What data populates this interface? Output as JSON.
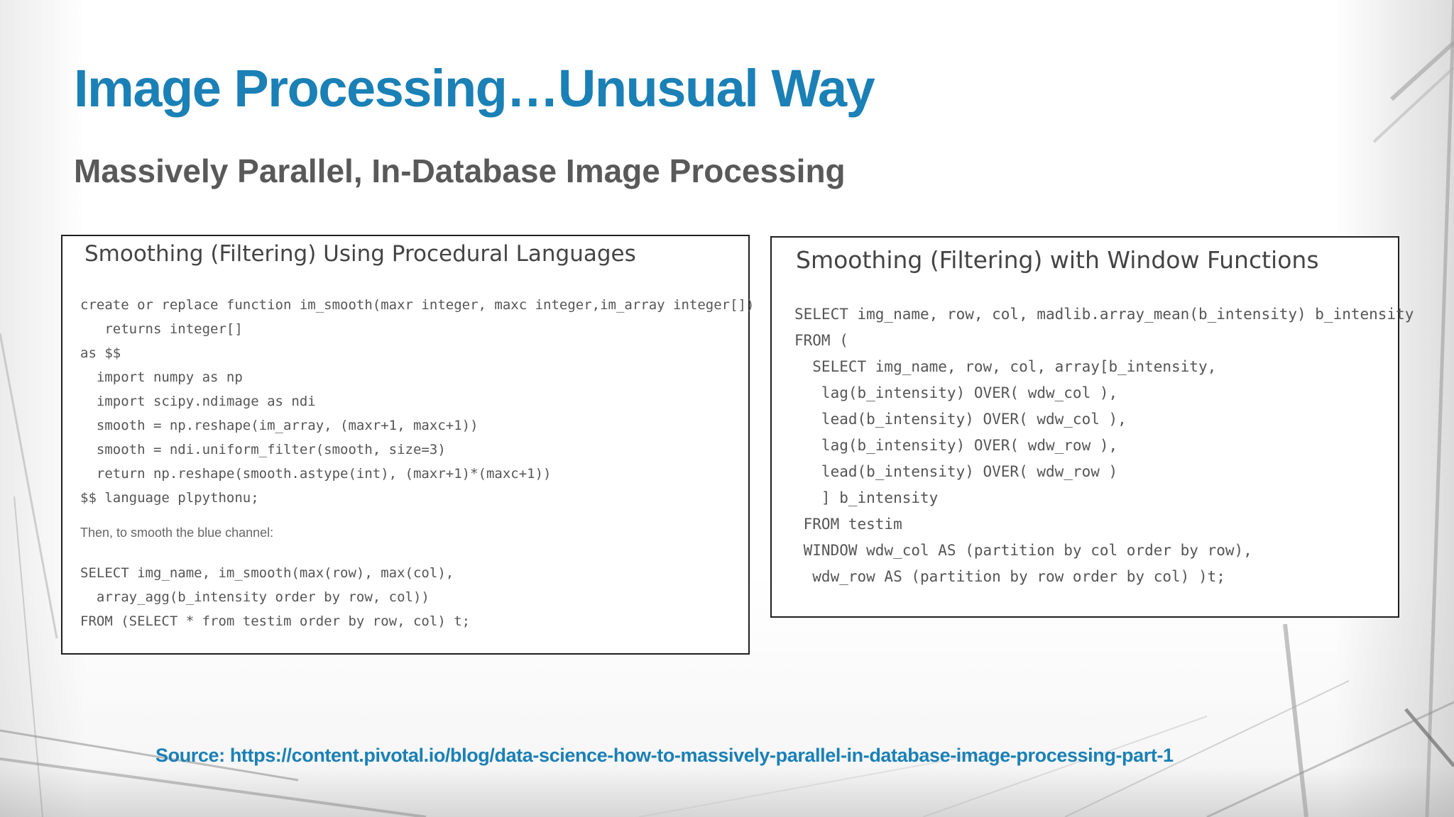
{
  "slide": {
    "title": "Image Processing…Unusual Way",
    "subtitle": "Massively Parallel, In-Database Image Processing",
    "source_label": "Source: https://content.pivotal.io/blog/data-science-how-to-massively-parallel-in-database-image-processing-part-1",
    "accent_color": "#1a80b6"
  },
  "left_panel": {
    "title": "Smoothing (Filtering) Using Procedural Languages",
    "code_top": [
      "create or replace function im_smooth(maxr integer, maxc integer,im_array integer[])",
      "   returns integer[]",
      "as $$",
      "  import numpy as np",
      "  import scipy.ndimage as ndi",
      "  smooth = np.reshape(im_array, (maxr+1, maxc+1))",
      "  smooth = ndi.uniform_filter(smooth, size=3)",
      "  return np.reshape(smooth.astype(int), (maxr+1)*(maxc+1))",
      "$$ language plpythonu;"
    ],
    "note": "Then, to smooth the blue channel:",
    "code_bottom": [
      "SELECT img_name, im_smooth(max(row), max(col),",
      "  array_agg(b_intensity order by row, col))",
      "FROM (SELECT * from testim order by row, col) t;"
    ]
  },
  "right_panel": {
    "title": "Smoothing (Filtering) with Window Functions",
    "code": [
      "SELECT img_name, row, col, madlib.array_mean(b_intensity) b_intensity",
      "FROM (",
      "  SELECT img_name, row, col, array[b_intensity,",
      "   lag(b_intensity) OVER( wdw_col ),",
      "   lead(b_intensity) OVER( wdw_col ),",
      "   lag(b_intensity) OVER( wdw_row ),",
      "   lead(b_intensity) OVER( wdw_row )",
      "   ] b_intensity",
      " FROM testim",
      " WINDOW wdw_col AS (partition by col order by row),",
      "  wdw_row AS (partition by row order by col) )t;"
    ]
  }
}
